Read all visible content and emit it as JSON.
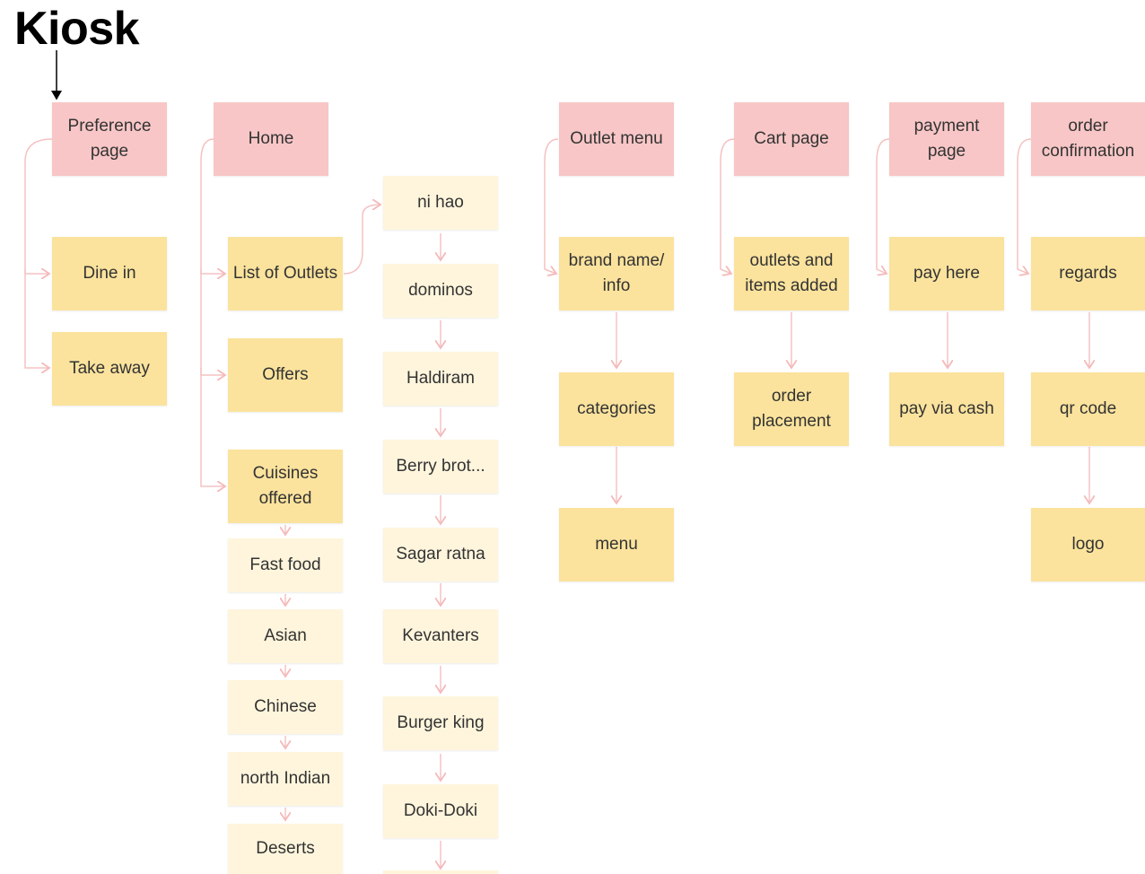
{
  "title": "Kiosk",
  "colors": {
    "header": "#f8c6c6",
    "step": "#fbe39d",
    "item": "#fef5dc",
    "link": "#f5c2c2"
  },
  "nodes": {
    "preference": "Preference page",
    "dine_in": "Dine in",
    "take_away": "Take away",
    "home": "Home",
    "list_outlets": "List of Outlets",
    "offers": "Offers",
    "cuisines": "Cuisines offered",
    "fast_food": "Fast food",
    "asian": "Asian",
    "chinese": "Chinese",
    "north_indian": "north Indian",
    "deserts": "Deserts",
    "ni_hao": "ni hao",
    "dominos": "dominos",
    "haldiram": "Haldiram",
    "berry": "Berry brot...",
    "sagar": "Sagar ratna",
    "kevanters": "Kevanters",
    "burger_king": "Burger king",
    "doki": "Doki-Doki",
    "outlet_menu": "Outlet menu",
    "brand_info": "brand name/ info",
    "categories": "categories",
    "menu": "menu",
    "cart_page": "Cart page",
    "outlets_items": "outlets and items added",
    "order_placement": "order placement",
    "payment_page": "payment page",
    "pay_here": "pay here",
    "pay_cash": "pay via cash",
    "order_confirmation": "order confirmation",
    "regards": "regards",
    "qr_code": "qr code",
    "logo": "logo"
  }
}
